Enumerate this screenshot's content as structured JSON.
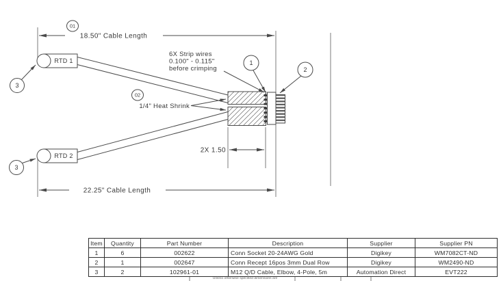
{
  "colors": {
    "ink": "#4a4a4a",
    "text": "#383838"
  },
  "drawing": {
    "flag_01": "01",
    "flag_02": "02",
    "balloon_1": "1",
    "balloon_2": "2",
    "balloon_3": "3",
    "dim_top_label": "18.50\" Cable Length",
    "dim_bottom_label": "22.25\" Cable Length",
    "dim_shrink_label": "2X 1.50",
    "heat_shrink_label": "1/4\" Heat Shrink",
    "strip_note_line1": "6X Strip wires",
    "strip_note_line2": "0.100\" - 0.115\"",
    "strip_note_line3": "before crimping",
    "rtd1_label": "RTD 1",
    "rtd2_label": "RTD 2"
  },
  "bom_table": {
    "headers": [
      "Item",
      "Quantity",
      "Part Number",
      "Description",
      "Supplier",
      "Supplier PN"
    ],
    "rows": [
      [
        "1",
        "6",
        "002622",
        "Conn Socket 20-24AWG Gold",
        "Digikey",
        "WM7082CT-ND"
      ],
      [
        "2",
        "1",
        "002647",
        "Conn Recept 16pos 3mm Dual Row",
        "Digikey",
        "WM2490-ND"
      ],
      [
        "3",
        "2",
        "102961-01",
        "M12 Q/D Cable, Elbow, 4-Pole, 5m",
        "Automation Direct",
        "EVT222"
      ]
    ]
  },
  "footer": {
    "clipped_note": "Unless otherwise specified dimensions are"
  }
}
